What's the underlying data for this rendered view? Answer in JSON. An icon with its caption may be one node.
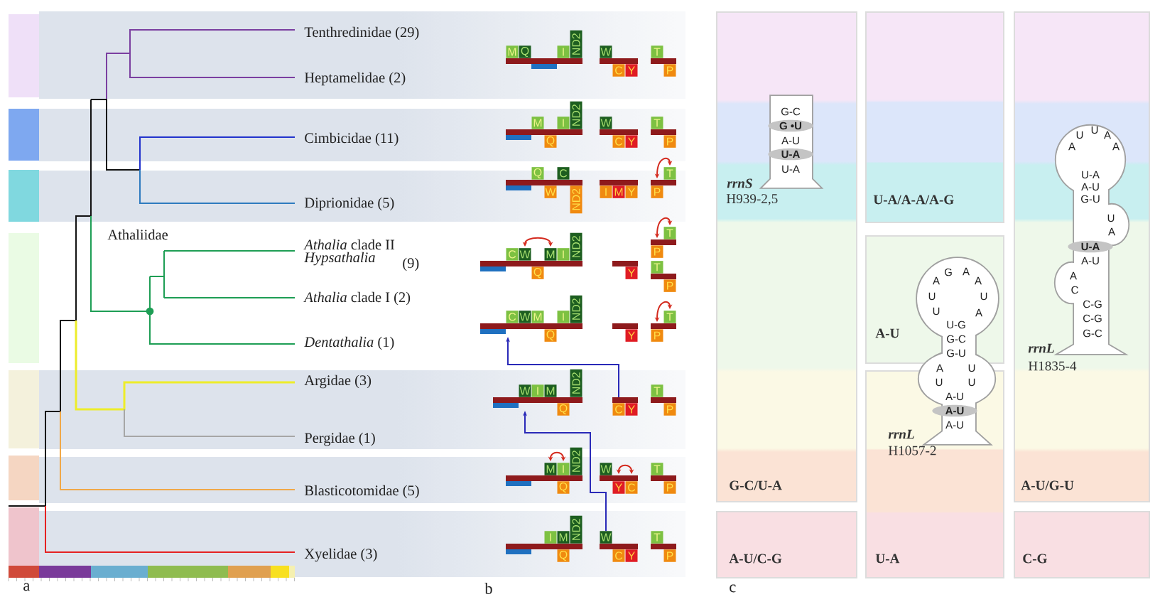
{
  "diagram": {
    "nodes": [
      {
        "text": [
          "M"
        ]
      },
      {
        "text": [
          "Q"
        ]
      },
      {
        "text": [
          "I"
        ]
      },
      {
        "text": [
          "ND2"
        ]
      },
      {
        "text": [
          "W"
        ]
      },
      {
        "text": [
          "C"
        ]
      },
      {
        "text": [
          "Y"
        ]
      },
      {
        "text": [
          "T"
        ]
      },
      {
        "text": [
          "P"
        ]
      },
      {
        "text": [
          "M"
        ]
      },
      {
        "text": [
          "I"
        ]
      },
      {
        "text": [
          "ND2"
        ]
      },
      {
        "text": [
          "Q"
        ]
      },
      {
        "text": [
          "W"
        ]
      },
      {
        "text": [
          "C"
        ]
      },
      {
        "text": [
          "Y"
        ]
      },
      {
        "text": [
          "T"
        ]
      },
      {
        "text": [
          "P"
        ]
      },
      {
        "text": [
          "Q"
        ]
      },
      {
        "text": [
          "C"
        ]
      },
      {
        "text": [
          "W"
        ]
      },
      {
        "text": [
          "ND2"
        ]
      },
      {
        "text": [
          "I"
        ]
      },
      {
        "text": [
          "M"
        ]
      },
      {
        "text": [
          "Y"
        ]
      },
      {
        "text": [
          "T"
        ]
      },
      {
        "text": [
          "P"
        ]
      },
      {
        "text": [
          "C"
        ]
      },
      {
        "text": [
          "W"
        ]
      },
      {
        "text": [
          "M"
        ]
      },
      {
        "text": [
          "I"
        ]
      },
      {
        "text": [
          "ND2"
        ]
      },
      {
        "text": [
          "Q"
        ]
      },
      {
        "text": [
          "Y"
        ]
      },
      {
        "text": [
          "T"
        ]
      },
      {
        "text": [
          "P"
        ]
      },
      {
        "text": [
          "T"
        ]
      },
      {
        "text": [
          "P"
        ]
      },
      {
        "text": [
          "C"
        ]
      },
      {
        "text": [
          "W"
        ]
      },
      {
        "text": [
          "M"
        ]
      },
      {
        "text": [
          "I"
        ]
      },
      {
        "text": [
          "ND2"
        ]
      },
      {
        "text": [
          "Q"
        ]
      },
      {
        "text": [
          "Y"
        ]
      },
      {
        "text": [
          "T"
        ]
      },
      {
        "text": [
          "P"
        ]
      },
      {
        "text": [
          "W"
        ]
      },
      {
        "text": [
          "I"
        ]
      },
      {
        "text": [
          "M"
        ]
      },
      {
        "text": [
          "ND2"
        ]
      },
      {
        "text": [
          "Q"
        ]
      },
      {
        "text": [
          "C"
        ]
      },
      {
        "text": [
          "Y"
        ]
      },
      {
        "text": [
          "T"
        ]
      },
      {
        "text": [
          "P"
        ]
      },
      {
        "text": [
          "M"
        ]
      },
      {
        "text": [
          "I"
        ]
      },
      {
        "text": [
          "ND2"
        ]
      },
      {
        "text": [
          "Q"
        ]
      },
      {
        "text": [
          "W"
        ]
      },
      {
        "text": [
          "Y"
        ]
      },
      {
        "text": [
          "C"
        ]
      },
      {
        "text": [
          "T"
        ]
      },
      {
        "text": [
          "P"
        ]
      },
      {
        "text": [
          "I"
        ]
      },
      {
        "text": [
          "M"
        ]
      },
      {
        "text": [
          "ND2"
        ]
      },
      {
        "text": [
          "Q"
        ]
      },
      {
        "text": [
          "W"
        ]
      },
      {
        "text": [
          "C"
        ]
      },
      {
        "text": [
          "Y"
        ]
      },
      {
        "text": [
          "T"
        ]
      },
      {
        "text": [
          "P"
        ]
      },
      {
        "text": [
          "G-C/U-A"
        ]
      },
      {
        "text": [
          "U-A/A-A/A-G"
        ]
      },
      {
        "text": [
          "A-U/G-U"
        ]
      },
      {
        "text": [
          "A-U"
        ]
      },
      {
        "text": [
          "U-A"
        ]
      },
      {
        "text": [
          "A-U/C-G"
        ]
      },
      {
        "text": [
          "C-G"
        ]
      },
      {
        "text": [
          "G-C",
          "G •U",
          "A-U",
          "U-A",
          "U-A"
        ],
        "beside": [
          "rrnS",
          "H939-2,5"
        ],
        "in": 74
      },
      {
        "text": [
          "A",
          "G",
          "A",
          "A",
          "U",
          "U",
          "U",
          "A",
          "U-G",
          "G-C",
          "G-U",
          "A",
          "U",
          "U",
          "U",
          "A-U",
          "A-U",
          "A-U"
        ],
        "beside": [
          "rrnL",
          "H1057-2"
        ]
      },
      {
        "text": [
          "A",
          "U",
          "U",
          "A",
          "A",
          "U-A",
          "A-U",
          "G-U",
          "U",
          "A",
          "U-A",
          "A-U",
          "A",
          "C",
          "C-G",
          "C-G",
          "G-C"
        ],
        "beside": [
          "rrnL",
          "H1835-4"
        ],
        "in": 76
      }
    ],
    "edges": [
      {
        "from": 52,
        "to": null,
        "arrow": "to",
        "color": "#2a2ab8"
      },
      {
        "from": 69,
        "to": null,
        "arrow": "to",
        "color": "#2a2ab8"
      },
      {
        "from": 26,
        "to": 25,
        "arrow": "both"
      },
      {
        "from": 28,
        "to": 29,
        "arrow": "both"
      },
      {
        "from": 35,
        "to": 34,
        "arrow": "both"
      },
      {
        "from": 46,
        "to": 45,
        "arrow": "both"
      },
      {
        "from": 56,
        "to": 57,
        "arrow": "both"
      },
      {
        "from": 61,
        "to": 62,
        "arrow": "both"
      }
    ],
    "labels": [
      "Tenthredinidae (29)",
      "Heptamelidae (2)",
      "Cimbicidae (11)",
      "Diprionidae (5)",
      "Athaliidae",
      "*Athalia* clade II",
      "Hypsathalia",
      "(9)",
      "*Athalia* clade I (2)",
      "*Dentathalia* (1)",
      "Argidae (3)",
      "Pergidae (1)",
      "Blasticotomidae (5)",
      "Xyelidae (3)",
      "a",
      "b",
      "c"
    ]
  }
}
